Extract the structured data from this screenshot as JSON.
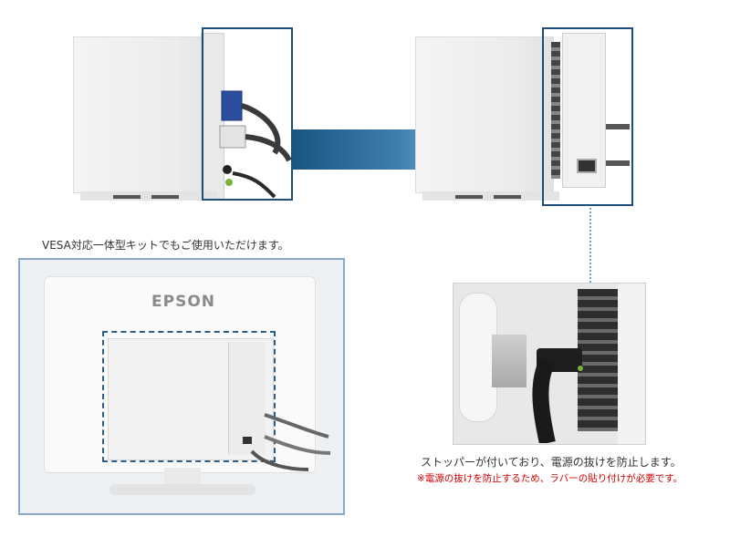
{
  "captions": {
    "vesa_kit": "VESA対応一体型キットでもご使用いただけます。",
    "stopper": "ストッパーが付いており、電源の抜けを防止します。",
    "rubber_note": "※電源の抜けを防止するため、ラバーの貼り付けが必要です。"
  },
  "monitor": {
    "brand": "EPSON"
  },
  "colors": {
    "frame": "#1f4e7a",
    "arrow_dark": "#1a5580",
    "arrow_light": "#e6eff6",
    "warning": "#d40000",
    "vesa_frame": "#5f93bf"
  }
}
